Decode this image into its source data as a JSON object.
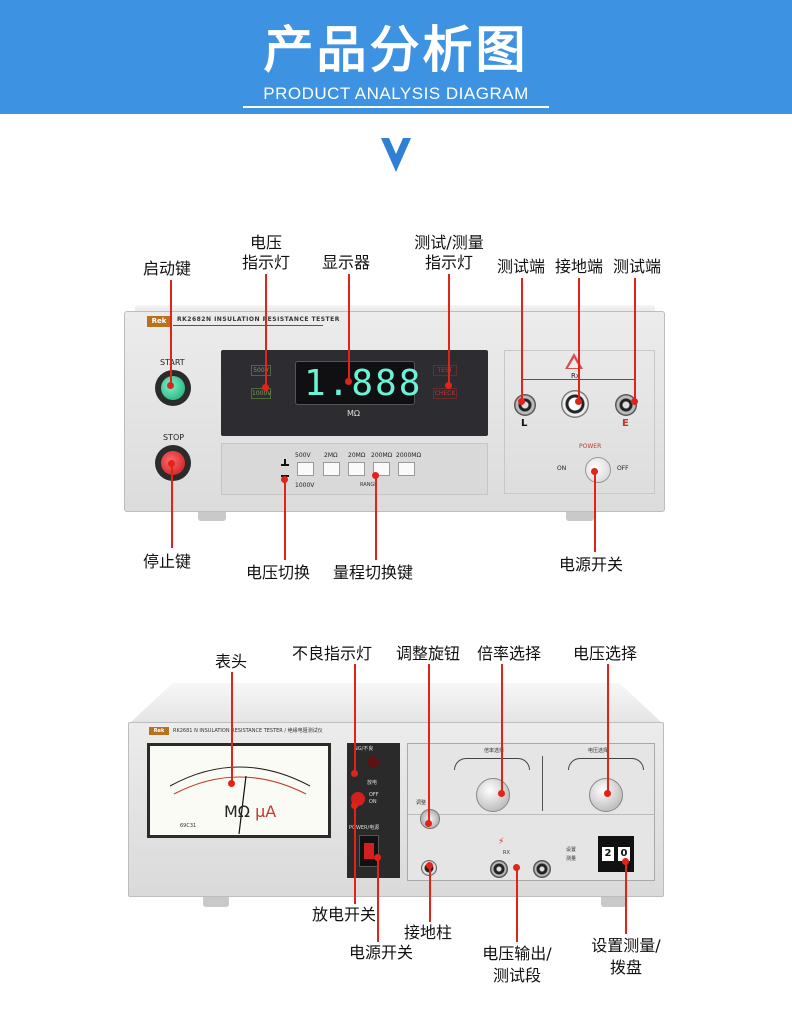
{
  "header": {
    "title": "产品分析图",
    "subtitle": "PRODUCT ANALYSIS DIAGRAM"
  },
  "device1": {
    "brand": "Rek",
    "model_text": "RK2682N INSULATION RESISTANCE TESTER",
    "start_label": "START",
    "stop_label": "STOP",
    "voltage_indicators": [
      "500V",
      "1000V"
    ],
    "display_digits": "1.888",
    "display_unit": "MΩ",
    "test_indicators": [
      "TEST",
      "CHECK"
    ],
    "range_keys": [
      "500V",
      "2MΩ",
      "20MΩ",
      "200MΩ",
      "2000MΩ"
    ],
    "voltage_switch_alt": "1000V",
    "range_word": "RANGE",
    "rx_label": "Rx",
    "terminal_l": "L",
    "terminal_e": "E",
    "power_label": "POWER",
    "power_on": "ON",
    "power_off": "OFF"
  },
  "device1_callouts": {
    "start_key": "启动键",
    "voltage_indicator": [
      "电压",
      "指示灯"
    ],
    "display": "显示器",
    "test_indicator": [
      "测试/测量",
      "指示灯"
    ],
    "test_terminal_left": "测试端",
    "ground_terminal": "接地端",
    "test_terminal_right": "测试端",
    "stop_key": "停止键",
    "voltage_switch": "电压切换",
    "range_switch_key": "量程切换键",
    "power_switch": "电源开关"
  },
  "device2": {
    "brand": "Rek",
    "model_text": "RK2681 N INSULATION RESISTANCE TESTER / 绝缘电阻测试仪",
    "meter_unit_mohm": "MΩ",
    "meter_unit_ua": "μA",
    "meter_mfr": "69C31",
    "ng_label": "NG/不良",
    "discharge_label": "放电",
    "discharge_states": [
      "OFF",
      "ON"
    ],
    "power_label": "POWER/电源",
    "multiplier_label": "倍率选择",
    "voltage_label": "电压选择",
    "adjust_label": "调整",
    "rx_label": "RX",
    "set_label": "设置",
    "measure_label": "测量",
    "dial_digits": [
      "2",
      "0"
    ]
  },
  "device2_callouts": {
    "meter_head": "表头",
    "fail_indicator": "不良指示灯",
    "adjust_knob": "调整旋钮",
    "multiplier_select": "倍率选择",
    "voltage_select": "电压选择",
    "discharge_switch": "放电开关",
    "ground_post": "接地柱",
    "power_switch": "电源开关",
    "voltage_output": [
      "电压输出/",
      "测试段"
    ],
    "set_measure_dial": [
      "设置测量/",
      "拨盘"
    ]
  },
  "colors": {
    "header_bg": "#3d92e1",
    "callout_red": "#e2231a",
    "start_green": "#15a66e",
    "stop_red": "#c2141b",
    "lcd_cyan": "#6df2d8"
  }
}
